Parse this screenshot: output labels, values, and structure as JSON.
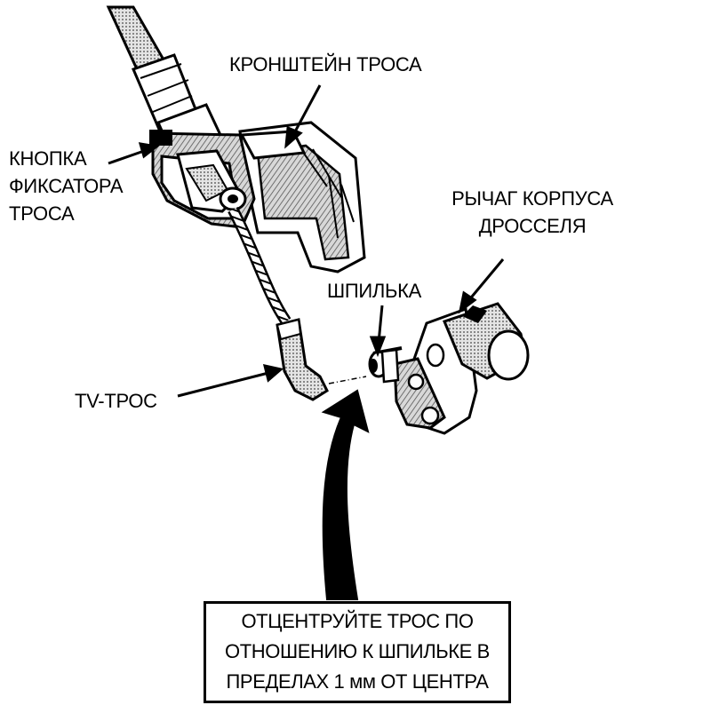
{
  "labels": {
    "bracket": "КРОНШТЕЙН ТРОСА",
    "lock_button": [
      "КНОПКА",
      "ФИКСАТОРА",
      "ТРОСА"
    ],
    "throttle_lever": [
      "РЫЧАГ КОРПУСА",
      "ДРОССЕЛЯ"
    ],
    "stud": "ШПИЛЬКА",
    "tv_cable": "TV-ТРОС"
  },
  "note": [
    "ОТЦЕНТРУЙТЕ ТРОС ПО",
    "ОТНОШЕНИЮ К ШПИЛЬКЕ В",
    "ПРЕДЕЛАХ 1 мм ОТ ЦЕНТРА"
  ],
  "colors": {
    "ink": "#000000",
    "paper": "#ffffff",
    "shade": "#9a9a9a"
  },
  "icons": {
    "pointer": "curved-arrow-icon"
  }
}
